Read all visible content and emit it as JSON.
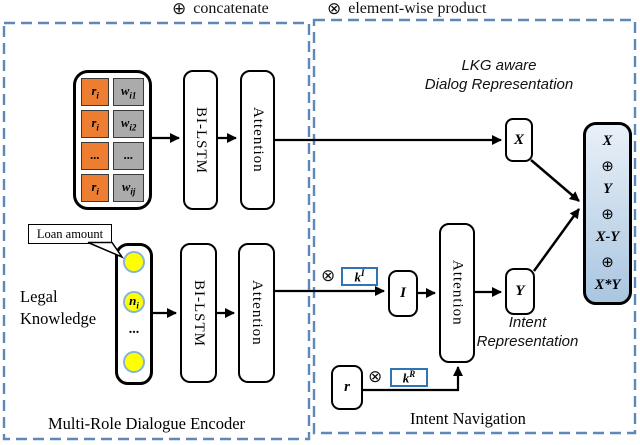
{
  "legend": {
    "concat_symbol": "⊕",
    "concat_label": "concatenate",
    "product_symbol": "⊗",
    "product_label": "element-wise product"
  },
  "encoder_panel": {
    "title": "Multi-Role Dialogue Encoder",
    "utterance_matrix": {
      "rows": [
        {
          "role": {
            "base": "r",
            "sub": "i"
          },
          "word": {
            "base": "w",
            "sub": "i1"
          }
        },
        {
          "role": {
            "base": "r",
            "sub": "i"
          },
          "word": {
            "base": "w",
            "sub": "i2"
          }
        },
        {
          "role": {
            "base": "...",
            "sub": ""
          },
          "word": {
            "base": "...",
            "sub": ""
          }
        },
        {
          "role": {
            "base": "r",
            "sub": "i"
          },
          "word": {
            "base": "w",
            "sub": "ij"
          }
        }
      ]
    },
    "dialog_bilstm_label": "BI-LSTM",
    "dialog_attention_label": "Attention",
    "loan_callout": "Loan amount",
    "legal_knowledge_line1": "Legal",
    "legal_knowledge_line2": "Knowledge",
    "knowledge_node": {
      "base": "n",
      "sub": "i"
    },
    "knowledge_ellipsis": "...",
    "knowledge_bilstm_label": "BI-LSTM",
    "knowledge_attention_label": "Attention"
  },
  "navigation_panel": {
    "title": "Intent Navigation",
    "lkg_caption_line1": "LKG aware",
    "lkg_caption_line2": "Dialog Representation",
    "x_box": "X",
    "product_symbol_intent": "⊗",
    "k_intent": {
      "base": "k",
      "sup": "I"
    },
    "i_box": "I",
    "attention_label": "Attention",
    "y_box": "Y",
    "intent_caption_line1": "Intent",
    "intent_caption_line2": "Representation",
    "r_box": "r",
    "product_symbol_role": "⊗",
    "k_role": {
      "base": "k",
      "sup": "R"
    },
    "concat_box": {
      "items": [
        "X",
        "⊕",
        "Y",
        "⊕",
        "X-Y",
        "⊕",
        "X*Y"
      ]
    }
  },
  "colors": {
    "role_cell": "#ED7D31",
    "word_cell": "#ABABAB",
    "knowledge_circle": "#FFFF00",
    "circle_border": "#85B3DA",
    "panel_dash": "#5D88B7",
    "k_box_border": "#2E75B6",
    "concat_gradient_top": "#E9F0F8",
    "concat_gradient_bottom": "#A9C6E1",
    "line": "#000000"
  }
}
